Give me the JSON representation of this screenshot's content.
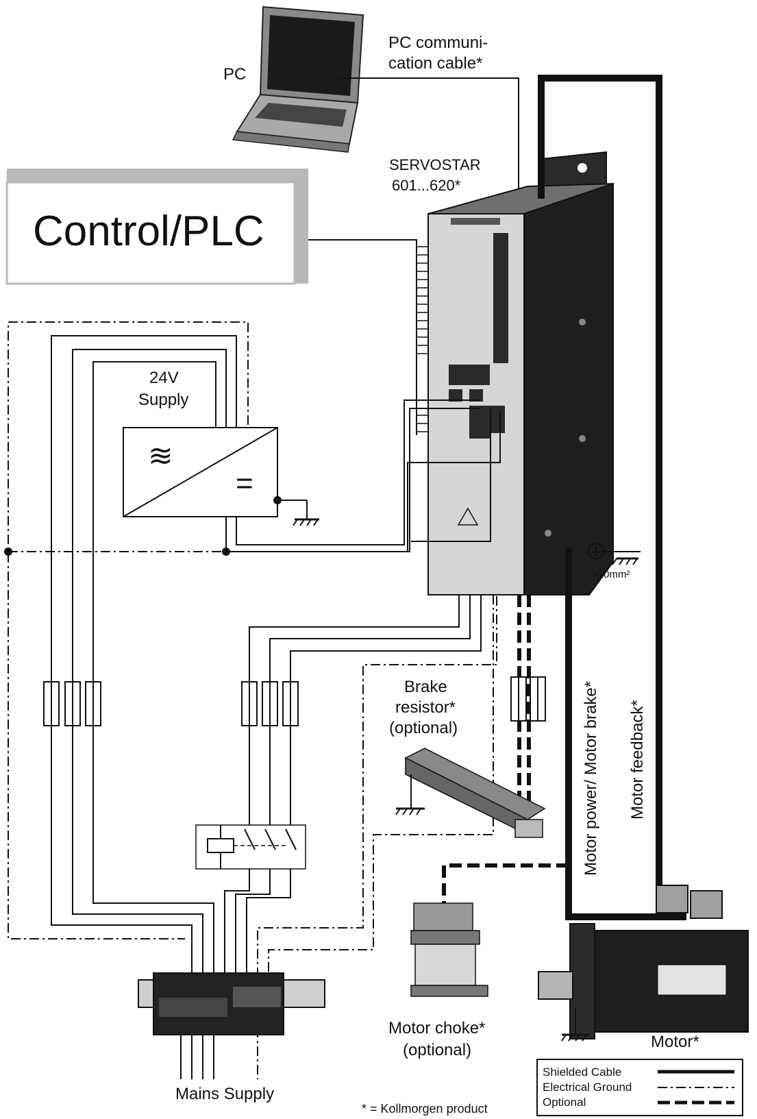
{
  "labels": {
    "pc": "PC",
    "pc_cable_line1": "PC communi-",
    "pc_cable_line2": "cation cable*",
    "drive_line1": "SERVOSTAR",
    "drive_line2": "601...620*",
    "control": "Control/PLC",
    "supply_line1": "24V",
    "supply_line2": "Supply",
    "ac_symbol": "≋",
    "dc_symbol": "=",
    "ground_size": ">10mm²",
    "brake_line1": "Brake",
    "brake_line2": "resistor*",
    "brake_line3": "(optional)",
    "motor_power": "Motor power/ Motor brake*",
    "motor_feedback": "Motor feedback*",
    "choke_line1": "Motor choke*",
    "choke_line2": "(optional)",
    "motor": "Motor*",
    "mains": "Mains Supply",
    "footnote": "* = Kollmorgen product"
  },
  "legend": [
    {
      "label": "Shielded Cable",
      "style": "solid-thick"
    },
    {
      "label": "Electrical Ground",
      "style": "dash-dot"
    },
    {
      "label": "Optional",
      "style": "dashed-thick"
    }
  ],
  "colors": {
    "line": "#111111",
    "panel_shadow": "#b8b8b8",
    "drive_body": "#1e1e1e",
    "drive_front": "#d6d6d6"
  }
}
